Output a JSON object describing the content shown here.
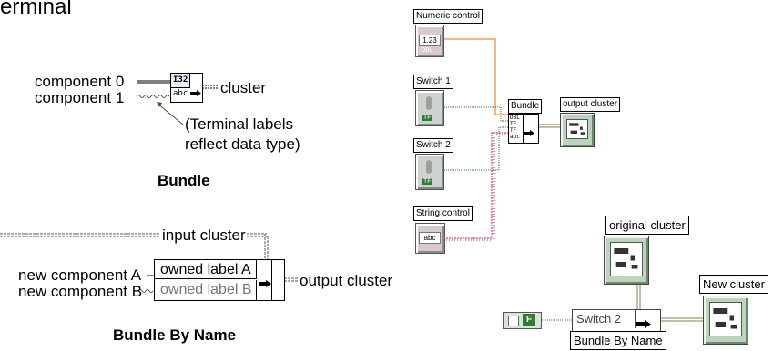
{
  "heading": "erminal",
  "bundle": {
    "inputs": [
      "component 0",
      "component 1"
    ],
    "output": "cluster",
    "type_tags": [
      "I32",
      "abc"
    ],
    "note": "(Terminal labels\nreflect data type)",
    "caption": "Bundle"
  },
  "bundle_by_name": {
    "input_cluster": "input cluster",
    "inputs": [
      "new component A",
      "new component B"
    ],
    "owned_labels": [
      "owned label A",
      "owned label B"
    ],
    "output": "output cluster",
    "caption": "Bundle By Name"
  },
  "diagram1": {
    "numeric_label": "Numeric control",
    "numeric_type": "1.23",
    "numeric_repr": "DBL",
    "switch1_label": "Switch 1",
    "switch2_label": "Switch 2",
    "tf": "TF",
    "string_label": "String control",
    "string_type": "abc",
    "bundle_label": "Bundle",
    "bundle_tags": [
      "DBL",
      "TF",
      "TF",
      "abc"
    ],
    "output_label": "output cluster"
  },
  "diagram2": {
    "original_label": "original cluster",
    "new_label": "New cluster",
    "const_text": "F",
    "switch_field": "Switch 2",
    "node_label": "Bundle By Name"
  },
  "colors": {
    "wire_cluster": "#8b7a5a",
    "wire_bool": "#2e7d32",
    "wire_string": "#c2185b",
    "wire_numeric": "#ef6c00",
    "cluster_fill": "#bcd3bd"
  }
}
